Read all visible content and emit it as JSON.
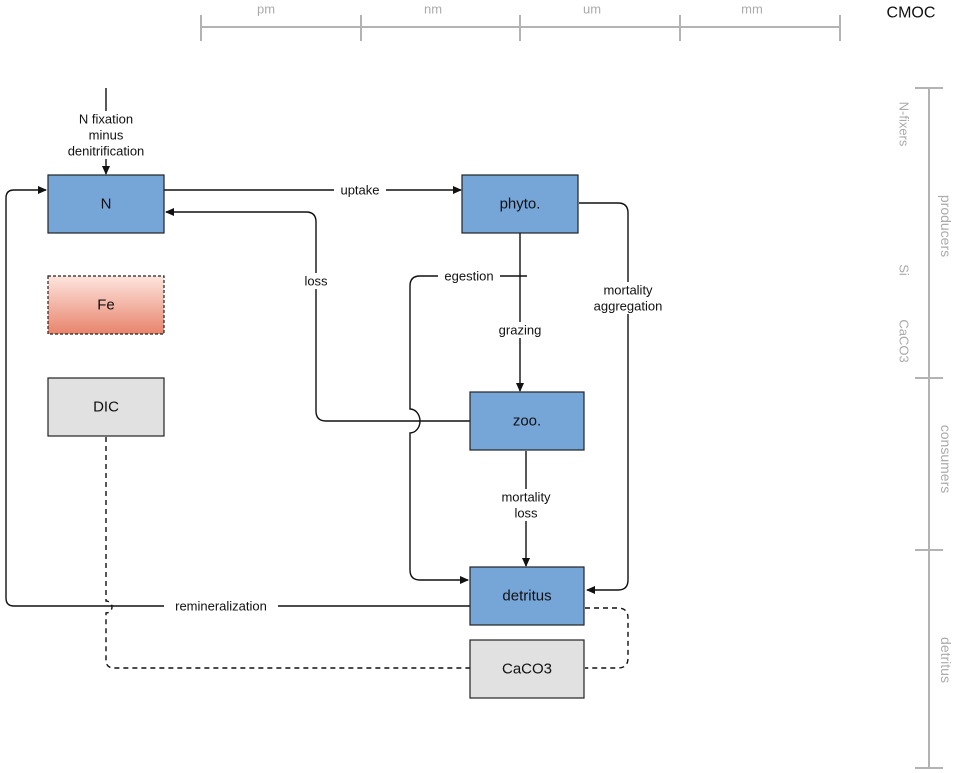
{
  "title": "CMOC",
  "size_scale": [
    "pm",
    "nm",
    "um",
    "mm"
  ],
  "groups": [
    {
      "label": "producers",
      "sub": [
        "N-fixers",
        "Si",
        "CaCO3"
      ]
    },
    {
      "label": "consumers"
    },
    {
      "label": "detritus"
    }
  ],
  "nodes": {
    "n": "N",
    "fe": "Fe",
    "dic": "DIC",
    "phyto": "phyto.",
    "zoo": "zoo.",
    "detritus": "detritus",
    "caco3": "CaCO3"
  },
  "flows": {
    "nfix_1": "N fixation",
    "nfix_2": "minus",
    "nfix_3": "denitrification",
    "uptake": "uptake",
    "loss": "loss",
    "egestion": "egestion",
    "mortality_agg_1": "mortality",
    "mortality_agg_2": "aggregation",
    "grazing": "grazing",
    "mortality_loss_1": "mortality",
    "mortality_loss_2": "loss",
    "remineralization": "remineralization"
  },
  "colors": {
    "box_blue": "#76a5d8",
    "box_gray": "#e1e1e1",
    "fe_top": "#fde5de",
    "fe_bottom": "#e8846c",
    "axis": "#b3b3b3"
  }
}
